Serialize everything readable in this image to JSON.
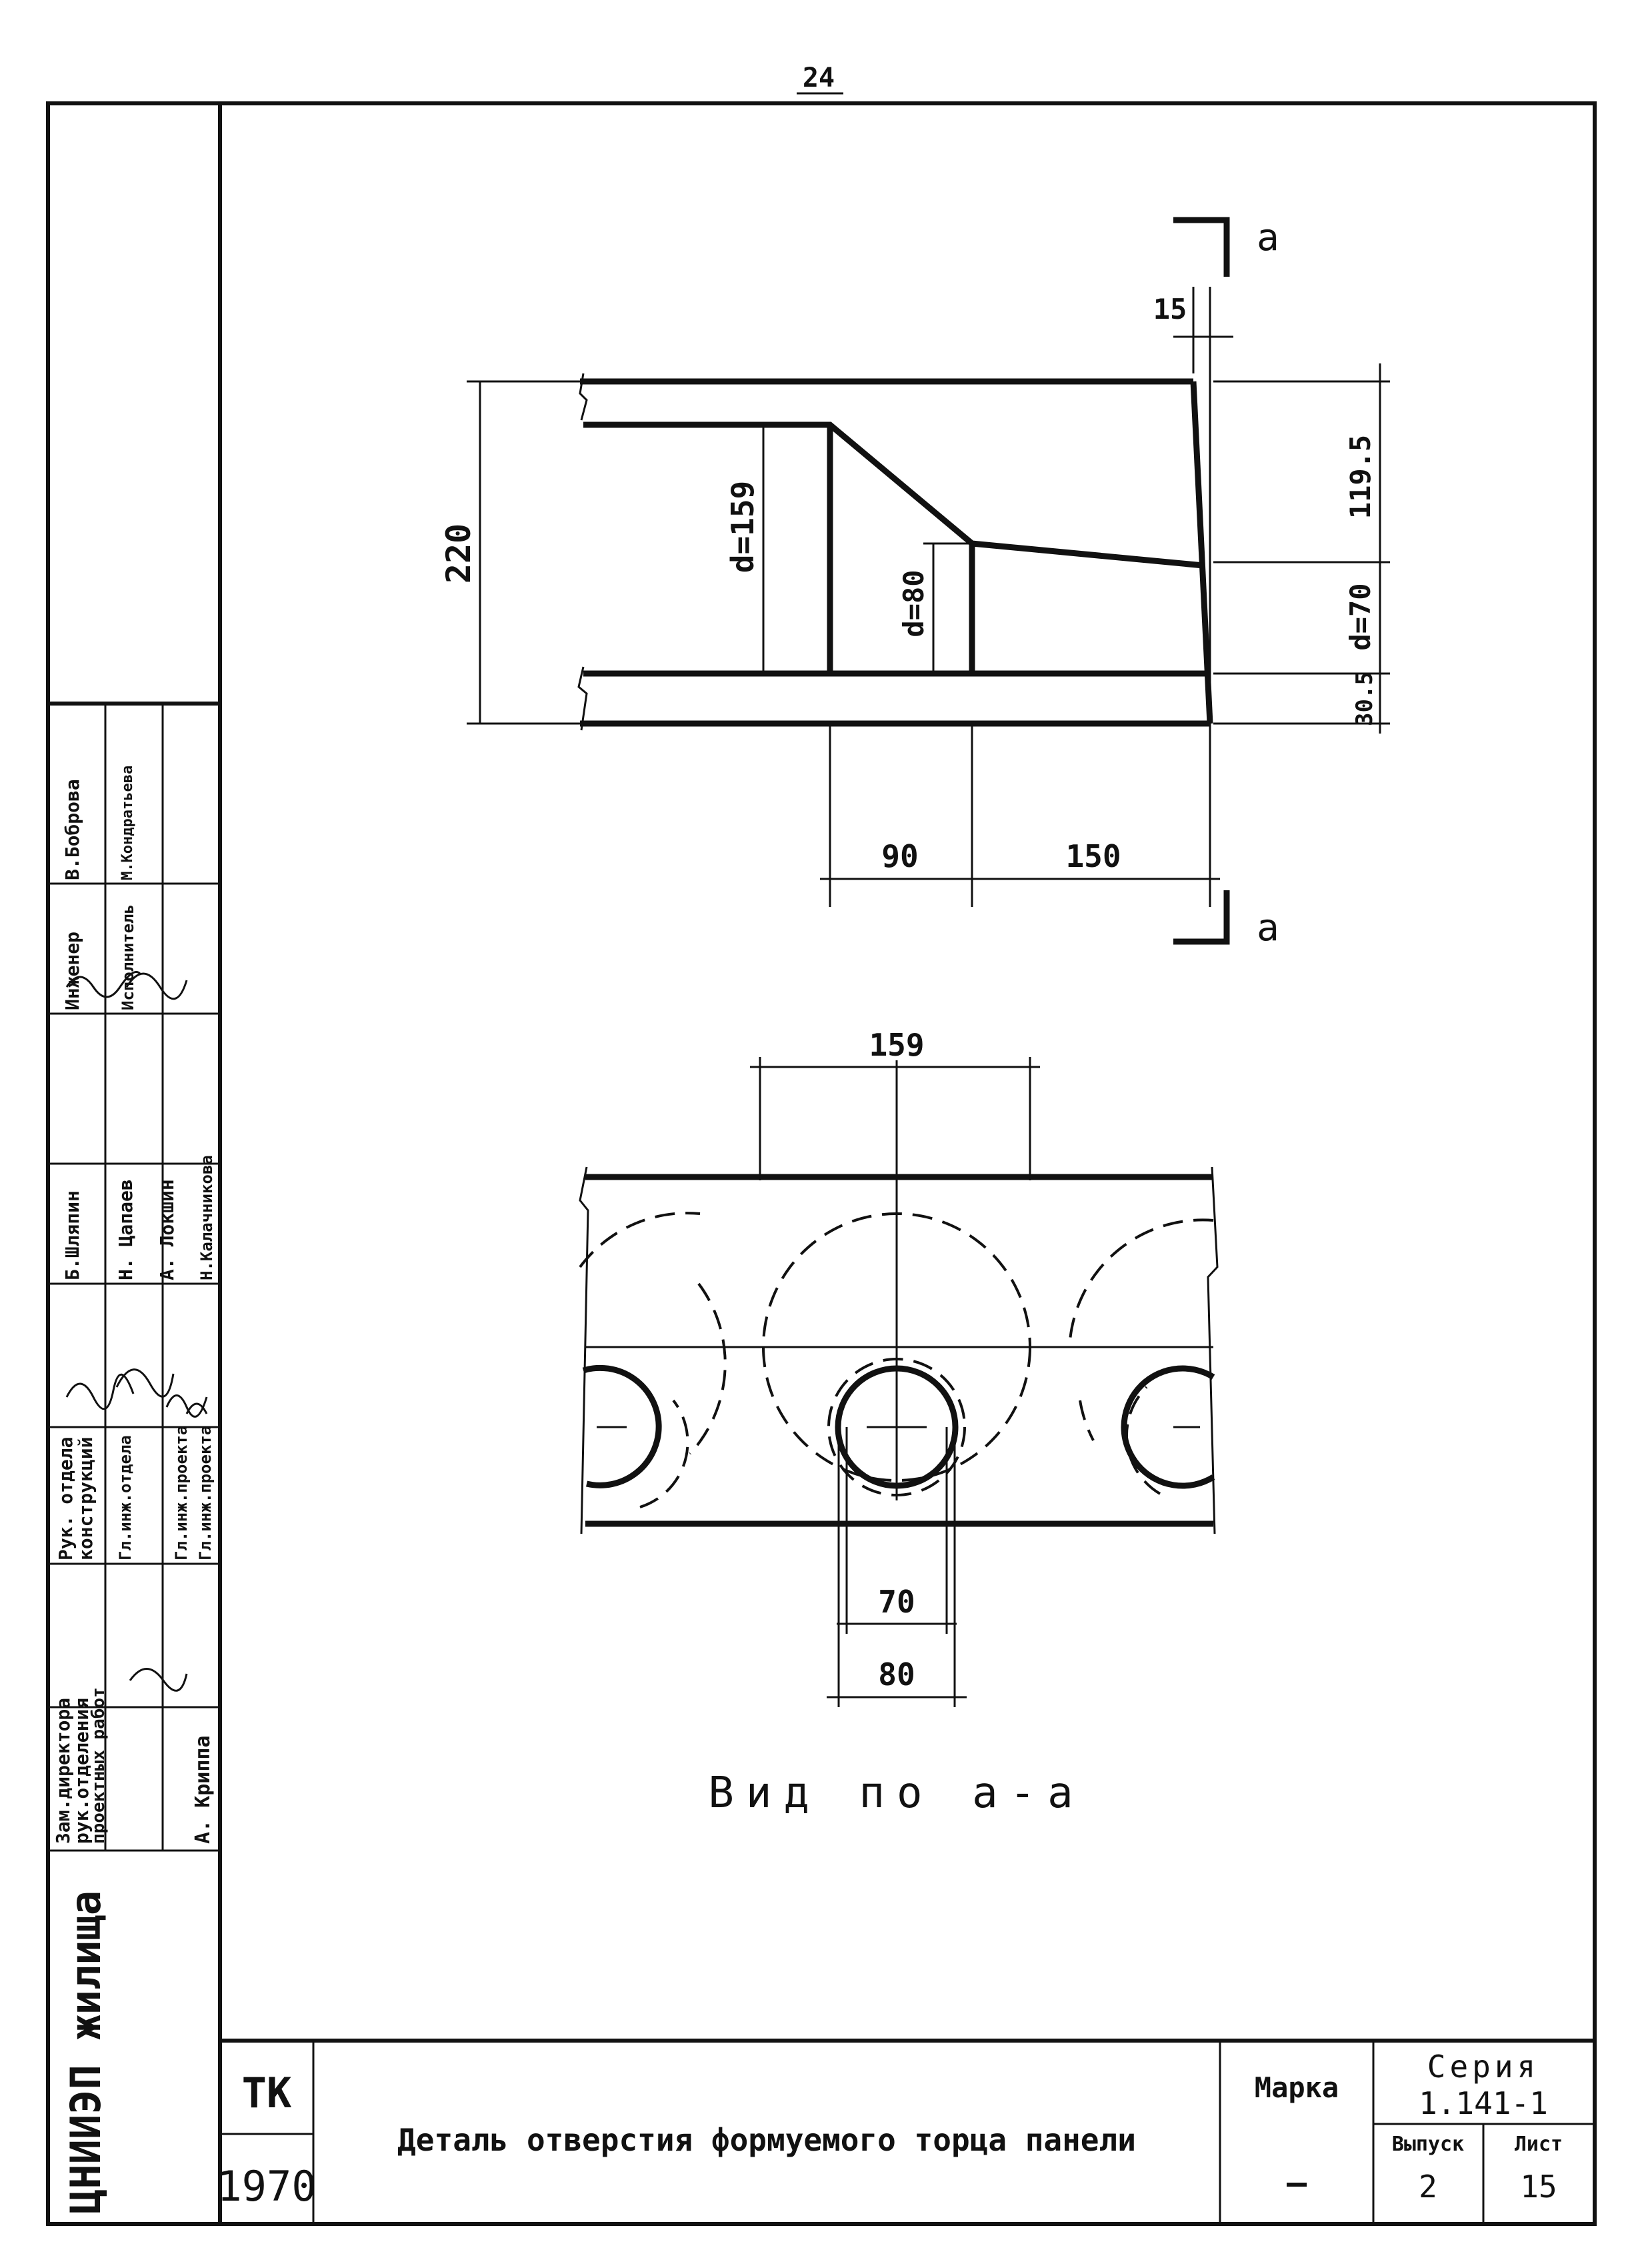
{
  "page_number": "24",
  "section_marks": {
    "top": "a",
    "bottom": "a"
  },
  "section_view": {
    "dim_overall_height": "220",
    "dim_top_offset": "15",
    "dim_d_large": "d=159",
    "dim_d_small": "d=80",
    "dim_right_upper": "119.5",
    "dim_right_middle": "d=70",
    "dim_right_lower": "30.5",
    "dim_bottom_left": "90",
    "dim_bottom_right": "150"
  },
  "end_view": {
    "dim_top": "159",
    "dim_inner": "70",
    "dim_outer": "80",
    "caption": "Вид по а-а"
  },
  "title_block": {
    "organization": "ЦНИИЭП жилища",
    "code": "ТК",
    "year": "1970",
    "drawing_title": "Деталь отверстия формуемого торца панели",
    "marka_label": "Марка",
    "marka_value": "—",
    "series_label": "Серия",
    "series_value": "1.141-1",
    "vypusk_label": "Выпуск",
    "vypusk_value": "2",
    "list_label": "Лист",
    "list_value": "15"
  },
  "stamp": {
    "col1_pos1": "Зам.директора",
    "col1_pos2": "рук.отделения",
    "col1_pos3": "проектных работ",
    "col1_name": "А. Криппа",
    "col2_pos1": "Рук. отдела",
    "col2_pos2": "конструкций",
    "col2_pos3": "Гл.инж.отдела",
    "col2_pos4": "Гл.инж.проекта",
    "col2_pos5": "Гл.инж.проекта",
    "col3_name1": "Б.Шляпин",
    "col3_name2": "Н. Цапаев",
    "col3_name3": "А. Локшин",
    "col3_name4": "Н.Калачникова",
    "col4_pos1": "Инженер",
    "col4_pos2": "Исполнитель",
    "col5_name1": "В.Боброва",
    "col5_name2": "М.Кондратьева"
  }
}
